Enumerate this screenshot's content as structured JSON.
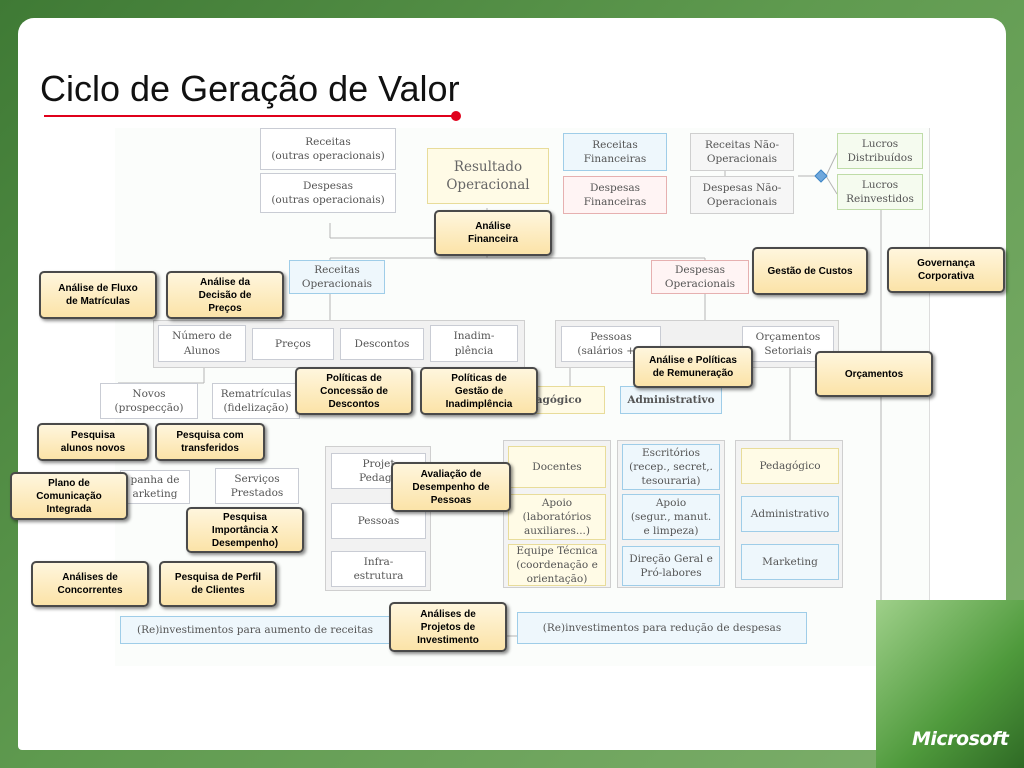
{
  "title": "Ciclo de Geração de Valor",
  "logo": "Microsoft",
  "diagram_boxes": {
    "receitas_outras": "Receitas\n(outras operacionais)",
    "despesas_outras": "Despesas\n(outras operacionais)",
    "resultado_operacional": "Resultado\nOperacional",
    "receitas_financeiras": "Receitas\nFinanceiras",
    "despesas_financeiras": "Despesas\nFinanceiras",
    "receitas_nao_operacionais": "Receitas Não-\nOperacionais",
    "despesas_nao_operacionais": "Despesas Não-\nOperacionais",
    "lucros_distribuidos": "Lucros\nDistribuídos",
    "lucros_reinvestidos": "Lucros\nReinvestidos",
    "receitas_operacionais": "Receitas\nOperacionais",
    "despesas_operacionais": "Despesas\nOperacionais",
    "numero_alunos": "Número de\nAlunos",
    "precos": "Preços",
    "descontos": "Descontos",
    "inadimplencia": "Inadim-\nplência",
    "pessoas_salarios": "Pessoas\n(salários + e",
    "orcamentos_setoriais": "Orçamentos\nSetoriais",
    "novos": "Novos\n(prospecção)",
    "rematriculas": "Rematrículas\n(fidelização)",
    "pedagogico_top": "dagógico",
    "administrativo_top": "Administrativo",
    "campanha_marketing": "panha de\narketing",
    "servicos_prestados": "Serviços\nPrestados",
    "projetos_pedagogicos": "Projet\nPedagó",
    "pessoas": "Pessoas",
    "infraestrutura": "Infra-\nestrutura",
    "docentes": "Docentes",
    "apoio_lab": "Apoio\n(laboratórios\nauxiliares...)",
    "equipe_tecnica": "Equipe Técnica\n(coordenação e\norientação)",
    "escritorios": "Escritórios\n(recep., secret,.\ntesouraria)",
    "apoio_seg": "Apoio\n(segur., manut.\ne limpeza)",
    "direcao_geral": "Direção Geral e\nPró-labores",
    "orc_pedagogico": "Pedagógico",
    "orc_administrativo": "Administrativo",
    "orc_marketing": "Marketing",
    "reinvest_receitas": "(Re)investimentos para aumento de receitas",
    "reinvest_despesas": "(Re)investimentos para redução de despesas"
  },
  "callouts": {
    "analise_financeira": "Análise\nFinanceira",
    "gestao_custos": "Gestão de Custos",
    "governanca": "Governança\nCorporativa",
    "analise_fluxo": "Análise de Fluxo\nde Matrículas",
    "analise_decisao": "Análise da\nDecisão de\nPreços",
    "analise_remuneracao": "Análise e Políticas\nde Remuneração",
    "orcamentos": "Orçamentos",
    "politicas_descontos": "Políticas de\nConcessão de\nDescontos",
    "politicas_inadimplencia": "Políticas de\nGestão de\nInadimplência",
    "pesquisa_alunos": "Pesquisa\nalunos novos",
    "pesquisa_transferidos": "Pesquisa com\ntransferidos",
    "plano_comunicacao": "Plano de\nComunicação\nIntegrada",
    "avaliacao_desempenho": "Avaliação de\nDesempenho de\nPessoas",
    "pesquisa_importancia": "Pesquisa\nImportância X\nDesempenho)",
    "analises_concorrentes": "Análises de\nConcorrentes",
    "pesquisa_perfil": "Pesquisa de Perfil\nde Clientes",
    "analises_projetos": "Análises de\nProjetos de\nInvestimento"
  },
  "colors": {
    "accent_red": "#e0001b",
    "background_green": "#5f9a4f",
    "callout_fill": "#fbe3a8"
  }
}
